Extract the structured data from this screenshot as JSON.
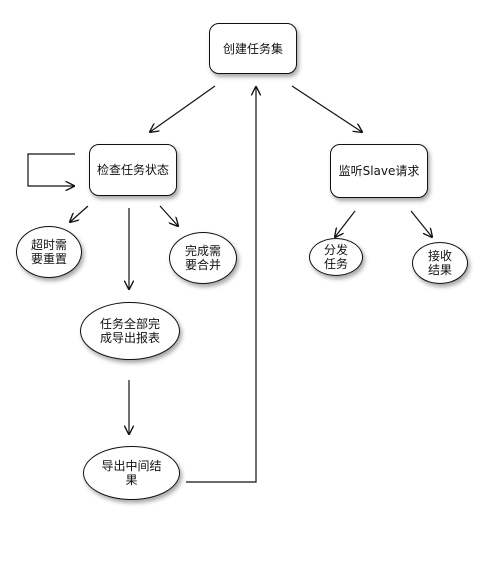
{
  "nodes": {
    "create_task_set": "创建任务集",
    "check_task_status": "检查任务状态",
    "listen_slave_request": "监听Slave请求",
    "timeout_reset": "超时需\n要重置",
    "done_merge": "完成需\n要合并",
    "all_done_export": "任务全部完\n成导出报表",
    "export_intermediate": "导出中间结\n果",
    "dispatch_task": "分发\n任务",
    "receive_result": "接收\n结果"
  }
}
